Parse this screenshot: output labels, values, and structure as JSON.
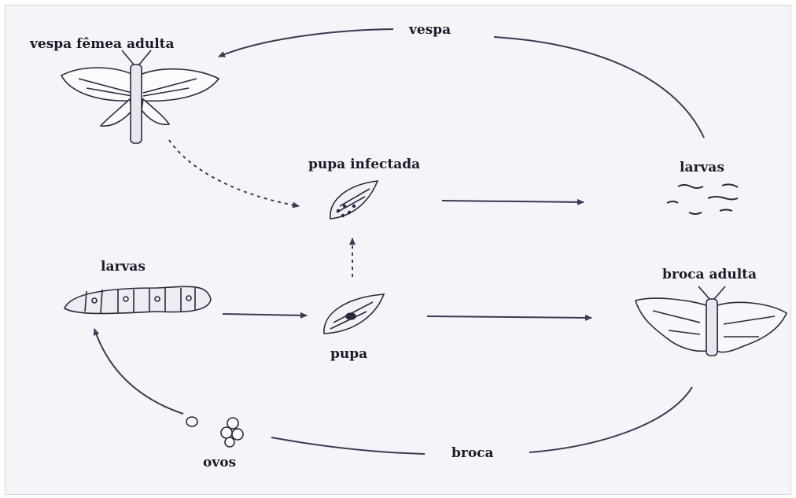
{
  "labels": {
    "vespa_femea_adulta": "vespa fêmea adulta",
    "vespa": "vespa",
    "pupa_infectada": "pupa infectada",
    "larvas_top": "larvas",
    "larvas_left": "larvas",
    "broca_adulta": "broca adulta",
    "pupa": "pupa",
    "ovos": "ovos",
    "broca": "broca"
  },
  "colors": {
    "ink": "#1c1c28",
    "line": "#3a3a52",
    "background": "#f6f4f8"
  }
}
